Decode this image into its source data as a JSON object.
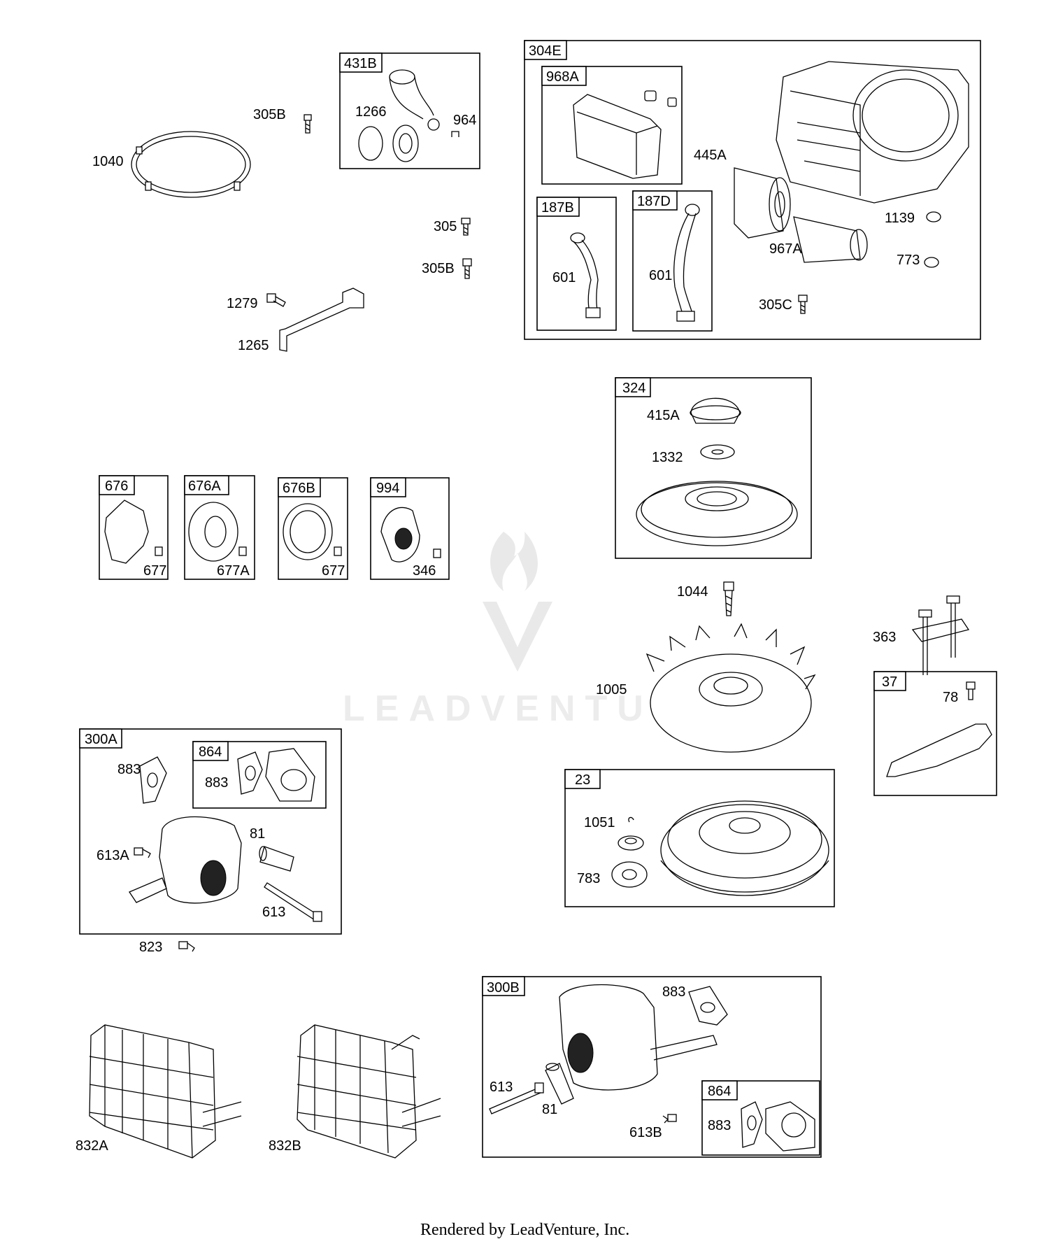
{
  "footer": "Rendered by LeadVenture, Inc.",
  "watermark": "LEADVENTURE",
  "groups": {
    "g431B": "431B",
    "g304E": "304E",
    "g968A": "968A",
    "g187B": "187B",
    "g187D": "187D",
    "g324": "324",
    "g676": "676",
    "g676A": "676A",
    "g676B": "676B",
    "g994": "994",
    "g37": "37",
    "g23": "23",
    "g300A": "300A",
    "g864a": "864",
    "g300B": "300B",
    "g864b": "864"
  },
  "parts": {
    "p305B_a": "305B",
    "p1040": "1040",
    "p1266": "1266",
    "p964": "964",
    "p305": "305",
    "p305B_b": "305B",
    "p1279": "1279",
    "p1265": "1265",
    "p445A": "445A",
    "p1139": "1139",
    "p967A": "967A",
    "p773": "773",
    "p601_a": "601",
    "p601_b": "601",
    "p305C": "305C",
    "p415A": "415A",
    "p1332": "1332",
    "p677_a": "677",
    "p677A": "677A",
    "p677_b": "677",
    "p346": "346",
    "p1044": "1044",
    "p363": "363",
    "p78": "78",
    "p1005": "1005",
    "p1051": "1051",
    "p783": "783",
    "p883_a": "883",
    "p883_b": "883",
    "p81_a": "81",
    "p613A": "613A",
    "p613_a": "613",
    "p823": "823",
    "p883_c": "883",
    "p613_b": "613",
    "p81_b": "81",
    "p613B": "613B",
    "p883_d": "883",
    "p832A": "832A",
    "p832B": "832B"
  }
}
